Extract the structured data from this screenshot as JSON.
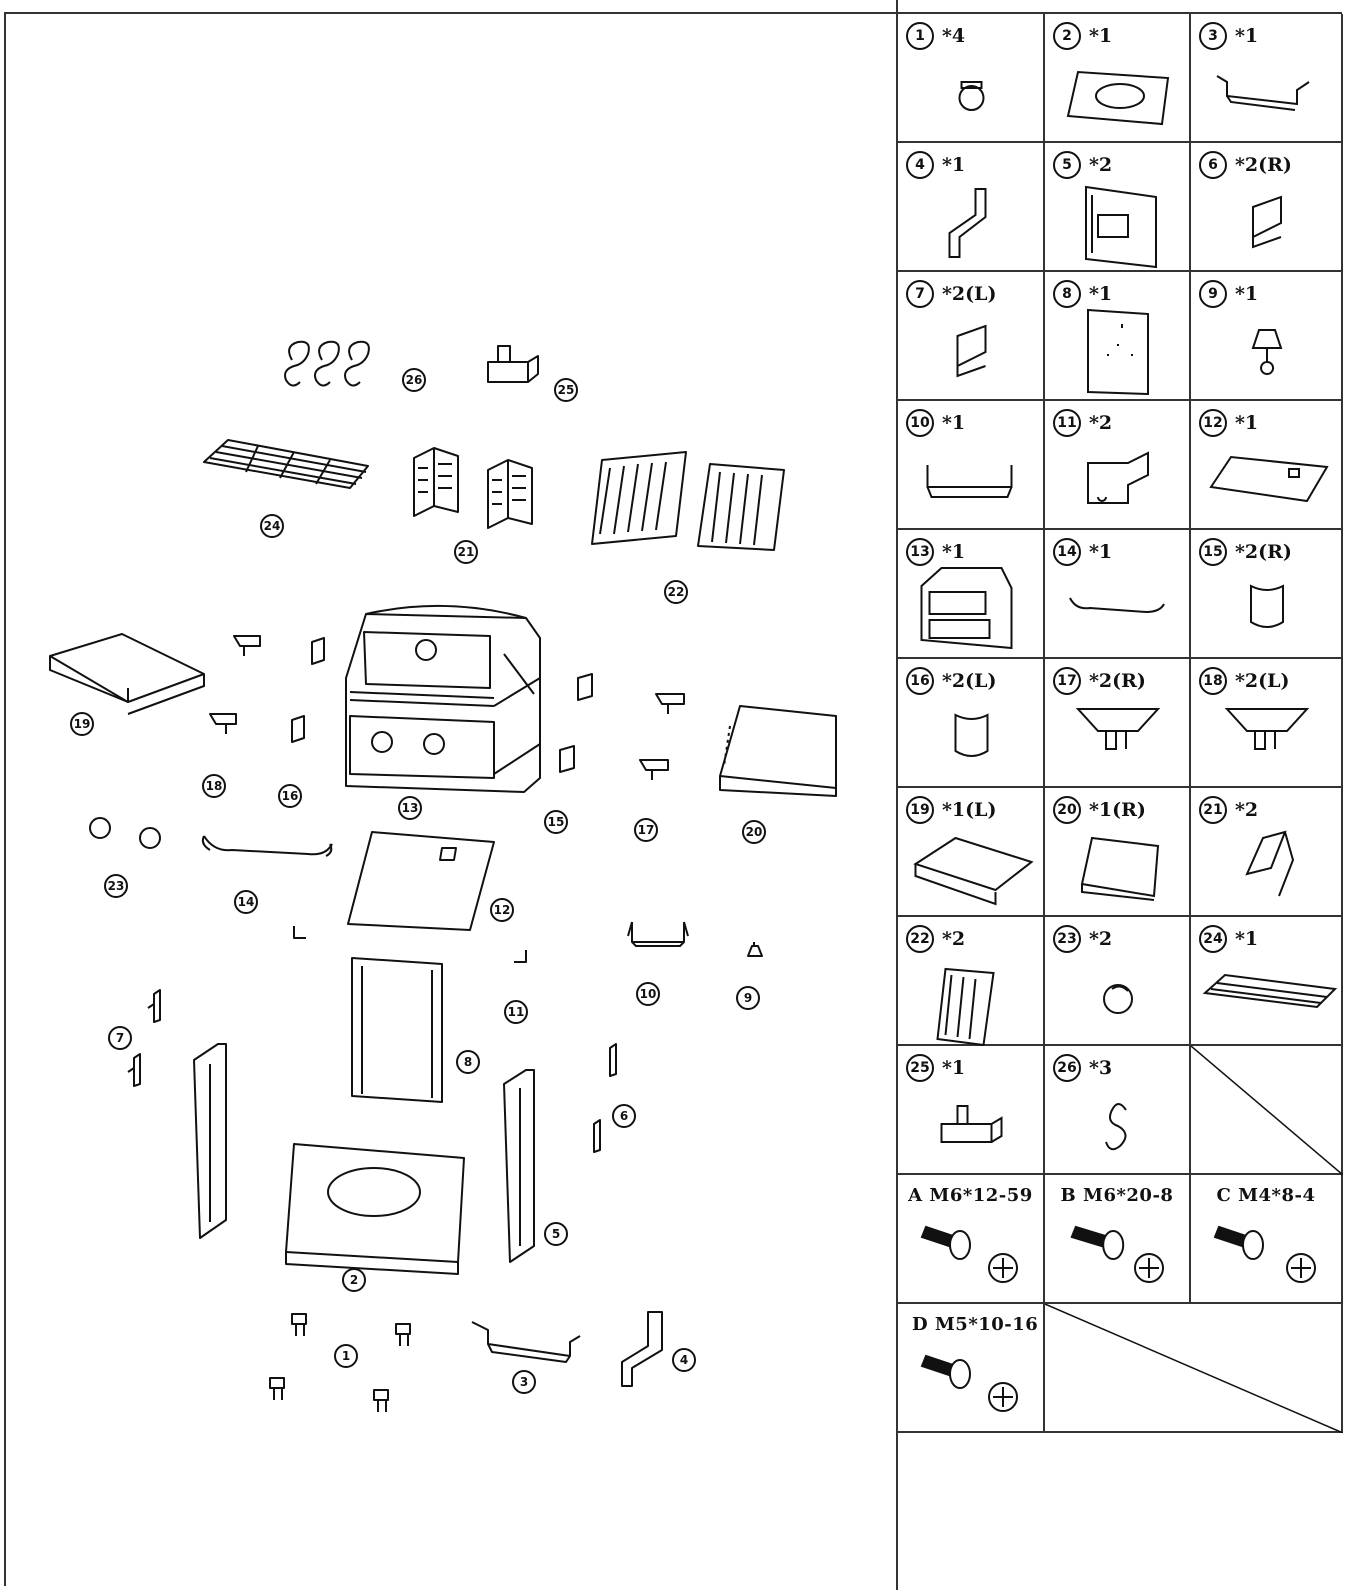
{
  "parts": [
    {
      "num": "1",
      "qty": "*4",
      "icon": "caster-wheel-icon"
    },
    {
      "num": "2",
      "qty": "*1",
      "icon": "bottom-shelf-icon"
    },
    {
      "num": "3",
      "qty": "*1",
      "icon": "front-bracket-icon"
    },
    {
      "num": "4",
      "qty": "*1",
      "icon": "side-bracket-icon"
    },
    {
      "num": "5",
      "qty": "*2",
      "icon": "side-frame-icon"
    },
    {
      "num": "6",
      "qty": "*2(R)",
      "icon": "right-corner-bracket-icon"
    },
    {
      "num": "7",
      "qty": "*2(L)",
      "icon": "left-corner-bracket-icon"
    },
    {
      "num": "8",
      "qty": "*1",
      "icon": "back-panel-icon"
    },
    {
      "num": "9",
      "qty": "*1",
      "icon": "bottle-opener-icon"
    },
    {
      "num": "10",
      "qty": "*1",
      "icon": "tool-holder-icon"
    },
    {
      "num": "11",
      "qty": "*2",
      "icon": "l-bracket-icon"
    },
    {
      "num": "12",
      "qty": "*1",
      "icon": "heat-shield-icon"
    },
    {
      "num": "13",
      "qty": "*1",
      "icon": "grill-head-icon"
    },
    {
      "num": "14",
      "qty": "*1",
      "icon": "handle-icon"
    },
    {
      "num": "15",
      "qty": "*2(R)",
      "icon": "right-mount-bracket-icon"
    },
    {
      "num": "16",
      "qty": "*2(L)",
      "icon": "left-mount-bracket-icon"
    },
    {
      "num": "17",
      "qty": "*2(R)",
      "icon": "right-shelf-support-icon"
    },
    {
      "num": "18",
      "qty": "*2(L)",
      "icon": "left-shelf-support-icon"
    },
    {
      "num": "19",
      "qty": "*1(L)",
      "icon": "left-side-shelf-icon"
    },
    {
      "num": "20",
      "qty": "*1(R)",
      "icon": "right-side-shelf-icon"
    },
    {
      "num": "21",
      "qty": "*2",
      "icon": "flame-tamer-icon"
    },
    {
      "num": "22",
      "qty": "*2",
      "icon": "cooking-grate-icon"
    },
    {
      "num": "23",
      "qty": "*2",
      "icon": "control-knob-icon"
    },
    {
      "num": "24",
      "qty": "*1",
      "icon": "warming-rack-icon"
    },
    {
      "num": "25",
      "qty": "*1",
      "icon": "grease-cup-icon"
    },
    {
      "num": "26",
      "qty": "*3",
      "icon": "s-hook-icon"
    }
  ],
  "screws": [
    {
      "label": "A M6*12-59",
      "icon": "screw-a-icon"
    },
    {
      "label": "B M6*20-8",
      "icon": "screw-b-icon"
    },
    {
      "label": "C M4*8-4",
      "icon": "screw-c-icon"
    },
    {
      "label": "D M5*10-16",
      "icon": "screw-d-icon"
    }
  ],
  "callouts": [
    "1",
    "2",
    "3",
    "4",
    "5",
    "6",
    "7",
    "8",
    "9",
    "10",
    "11",
    "12",
    "13",
    "14",
    "15",
    "16",
    "17",
    "18",
    "19",
    "20",
    "21",
    "22",
    "23",
    "24",
    "25",
    "26"
  ]
}
